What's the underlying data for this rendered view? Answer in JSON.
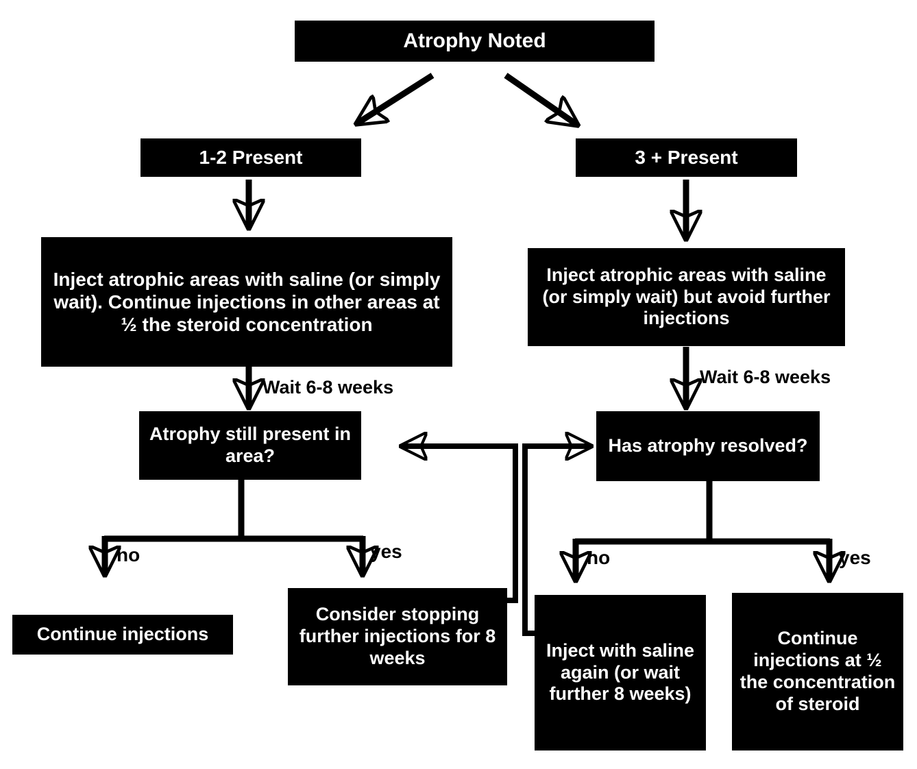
{
  "diagram": {
    "title": "Atrophy management flowchart",
    "background_color": "#ffffff",
    "node_color": "#000000",
    "node_text_color": "#ffffff",
    "connector_color": "#000000",
    "nodes": {
      "root": "Atrophy Noted",
      "branch_left": "1-2 Present",
      "branch_right": "3 + Present",
      "action_left": "Inject atrophic areas with saline (or simply wait). Continue injections in other areas at ½ the steroid concentration",
      "action_right": "Inject atrophic areas with saline (or simply wait) but avoid further injections",
      "decision_left": "Atrophy still present in area?",
      "decision_right": "Has atrophy resolved?",
      "outcome_left_no": "Continue injections",
      "outcome_left_yes": "Consider stopping further injections for 8 weeks",
      "outcome_right_no": "Inject with saline again (or wait further 8 weeks)",
      "outcome_right_yes": "Continue injections at ½ the concentration of steroid"
    },
    "edge_labels": {
      "wait_left": "Wait 6-8 weeks",
      "wait_right": "Wait 6-8 weeks",
      "left_no": "no",
      "left_yes": "yes",
      "right_no": "no",
      "right_yes": "yes"
    }
  },
  "chart_data": {
    "type": "diagram",
    "title": "Atrophy Noted",
    "nodes": [
      {
        "id": "root",
        "label": "Atrophy Noted",
        "level": 0
      },
      {
        "id": "branch_left",
        "label": "1-2 Present",
        "level": 1
      },
      {
        "id": "branch_right",
        "label": "3 + Present",
        "level": 1
      },
      {
        "id": "action_left",
        "label": "Inject atrophic areas with saline (or simply wait). Continue injections in other areas at ½ the steroid concentration",
        "level": 2
      },
      {
        "id": "action_right",
        "label": "Inject atrophic areas with saline (or simply wait) but avoid further injections",
        "level": 2
      },
      {
        "id": "decision_left",
        "label": "Atrophy still present in area?",
        "level": 3
      },
      {
        "id": "decision_right",
        "label": "Has atrophy resolved?",
        "level": 3
      },
      {
        "id": "outcome_left_no",
        "label": "Continue injections",
        "level": 4
      },
      {
        "id": "outcome_left_yes",
        "label": "Consider stopping further injections for 8 weeks",
        "level": 4
      },
      {
        "id": "outcome_right_no",
        "label": "Inject with saline again (or wait further 8 weeks)",
        "level": 4
      },
      {
        "id": "outcome_right_yes",
        "label": "Continue injections at ½ the concentration of steroid",
        "level": 4
      }
    ],
    "edges": [
      {
        "from": "root",
        "to": "branch_left",
        "label": ""
      },
      {
        "from": "root",
        "to": "branch_right",
        "label": ""
      },
      {
        "from": "branch_left",
        "to": "action_left",
        "label": ""
      },
      {
        "from": "branch_right",
        "to": "action_right",
        "label": ""
      },
      {
        "from": "action_left",
        "to": "decision_left",
        "label": "Wait 6-8 weeks"
      },
      {
        "from": "action_right",
        "to": "decision_right",
        "label": "Wait 6-8 weeks"
      },
      {
        "from": "decision_left",
        "to": "outcome_left_no",
        "label": "no"
      },
      {
        "from": "decision_left",
        "to": "outcome_left_yes",
        "label": "yes"
      },
      {
        "from": "decision_right",
        "to": "outcome_right_no",
        "label": "no"
      },
      {
        "from": "decision_right",
        "to": "outcome_right_yes",
        "label": "yes"
      },
      {
        "from": "outcome_left_yes",
        "to": "decision_left",
        "label": ""
      },
      {
        "from": "outcome_right_no",
        "to": "decision_right",
        "label": ""
      }
    ]
  }
}
